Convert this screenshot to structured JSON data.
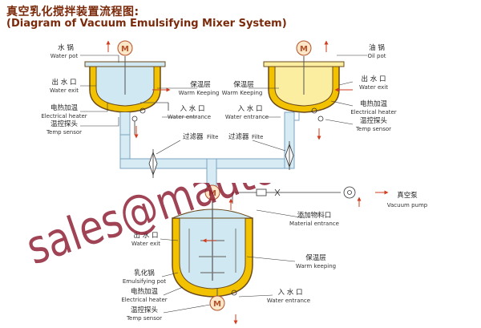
{
  "title": {
    "cn": "真空乳化搅拌装置流程图:",
    "en": "(Diagram of Vacuum Emulsifying Mixer System)"
  },
  "motor_symbol": "M",
  "labels": {
    "water_pot": {
      "cn": "水 锅",
      "en": "Water pot"
    },
    "oil_pot": {
      "cn": "油 锅",
      "en": "Oil pot"
    },
    "water_exit_l": {
      "cn": "出 水 口",
      "en": "Water exit"
    },
    "water_exit_r": {
      "cn": "出 水 口",
      "en": "Water exit"
    },
    "water_exit_m": {
      "cn": "出 水 口",
      "en": "Water exit"
    },
    "heater_l": {
      "cn": "电热加温",
      "en": "Electrical heater"
    },
    "heater_r": {
      "cn": "电热加温",
      "en": "Electrical heater"
    },
    "heater_m": {
      "cn": "电热加温",
      "en": "Electrical heater"
    },
    "temp_l": {
      "cn": "温控探头",
      "en": "Temp sensor"
    },
    "temp_r": {
      "cn": "温控探头",
      "en": "Temp sensor"
    },
    "temp_m": {
      "cn": "温控探头",
      "en": "Temp sensor"
    },
    "keep_l": {
      "cn": "保温层",
      "en": "Warm Keeping"
    },
    "keep_r": {
      "cn": "保温层",
      "en": "Warm Keeping"
    },
    "keep_m": {
      "cn": "保温层",
      "en": "Warm keeping"
    },
    "water_in_l": {
      "cn": "入 水 口",
      "en": "Water entrance"
    },
    "water_in_r": {
      "cn": "入 水 口",
      "en": "Water entrance"
    },
    "water_in_m": {
      "cn": "入 水 口",
      "en": "Water entrance"
    },
    "filter_l": {
      "cn": "过滤器",
      "en": "Filte"
    },
    "filter_r": {
      "cn": "过滤器",
      "en": "Filte"
    },
    "material": {
      "cn": "添加物料口",
      "en": "Material entrance"
    },
    "vacuum_pump": {
      "cn": "真空泵",
      "en": "Vacuum pump"
    },
    "emulsifying_pot": {
      "cn": "乳化锅",
      "en": "Emulsifying pot"
    }
  },
  "watermark": "sales@mautotech.com",
  "colors": {
    "title": "#7a2a0a",
    "water_pot_fill": "#cfe8f2",
    "oil_pot_fill": "#fbeea0",
    "jacket_yellow": "#f2c200",
    "jacket_outline": "#6b4a1c",
    "pipe_fill": "#d6ebf4",
    "pipe_stroke": "#7ba3c0",
    "arrow_red": "#d23c1e",
    "watermark": "#8b1a2e"
  }
}
